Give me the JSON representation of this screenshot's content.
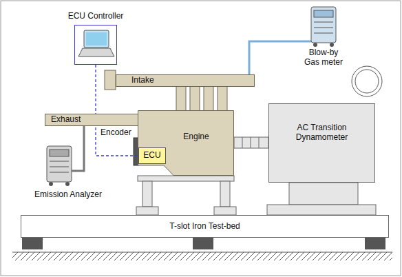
{
  "diagram": {
    "nodes": [
      {
        "text": [
          "ECU Controller"
        ]
      },
      {
        "text": [
          "Intake"
        ]
      },
      {
        "text": [
          "Exhaust"
        ]
      },
      {
        "text": [
          "Engine"
        ]
      },
      {
        "text": [
          "ECU"
        ],
        "in": 3
      },
      {
        "text": [
          "AC Transition Dynamometer"
        ]
      },
      {
        "text": [
          "T-slot Iron Test-bed"
        ]
      }
    ],
    "edges": [
      {
        "from": 0,
        "to": 4,
        "arrow": "none"
      }
    ],
    "labels": [
      "Blow-by Gas meter",
      "Encoder",
      "Emission Analyzer"
    ]
  }
}
